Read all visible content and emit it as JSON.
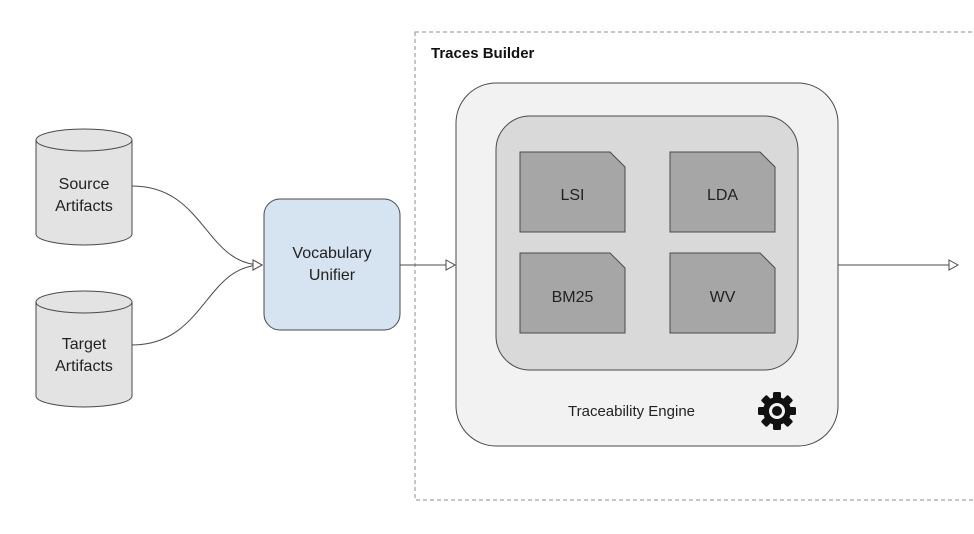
{
  "diagram": {
    "region_title": "Traces Builder",
    "inputs": [
      {
        "id": "source",
        "line1": "Source",
        "line2": "Artifacts"
      },
      {
        "id": "target",
        "line1": "Target",
        "line2": "Artifacts"
      }
    ],
    "unifier": {
      "line1": "Vocabulary",
      "line2": "Unifier"
    },
    "engine": {
      "caption": "Traceability Engine",
      "icon": "gear-icon",
      "models": [
        "LSI",
        "LDA",
        "BM25",
        "WV"
      ]
    }
  },
  "colors": {
    "cylinder_fill": "#e3e3e3",
    "unifier_fill": "#d6e3f0",
    "engine_outer_fill": "#f2f2f2",
    "engine_inner_fill": "#d9d9d9",
    "model_fill": "#a6a6a6",
    "stroke": "#4a4a4a",
    "dashed_border": "#8c8c8c"
  }
}
